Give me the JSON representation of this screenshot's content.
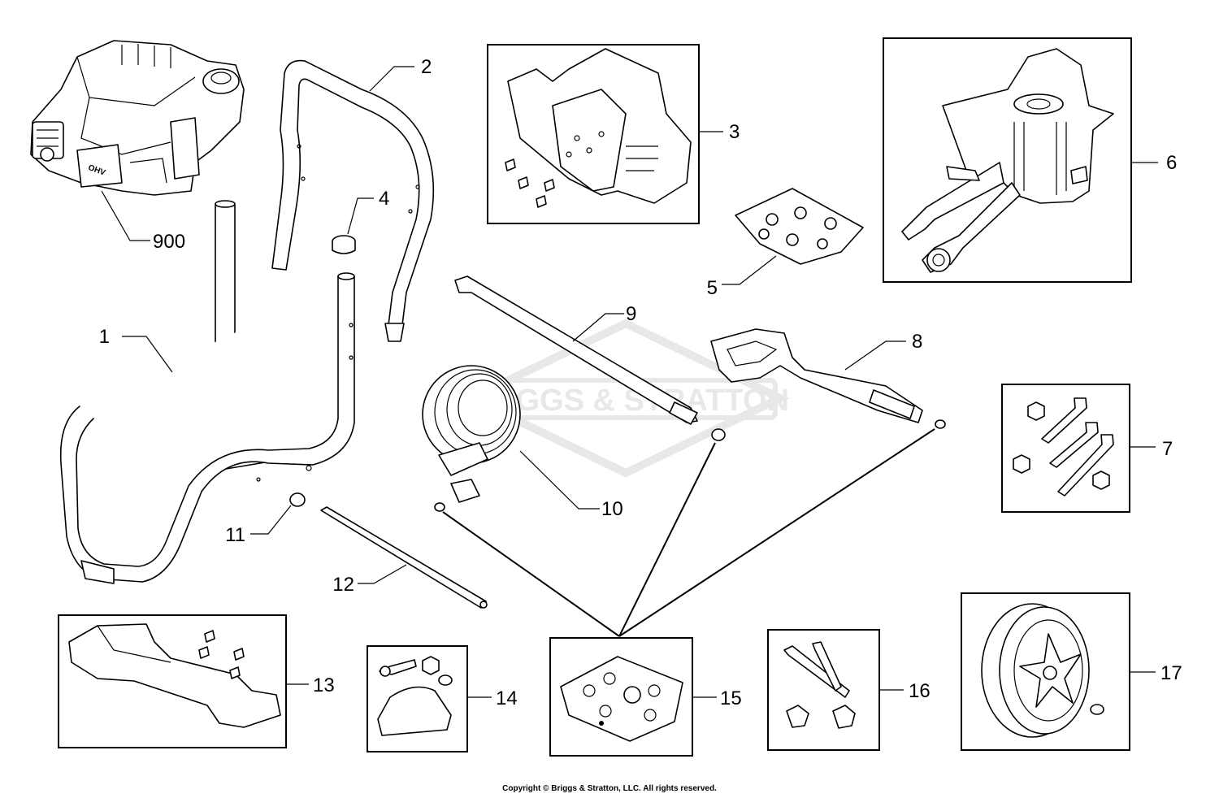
{
  "watermark": {
    "brand_text": "BRIGGS & STRATTON",
    "color": "#e6e6e6"
  },
  "callouts": {
    "c900": "900",
    "c1": "1",
    "c2": "2",
    "c3": "3",
    "c4": "4",
    "c5": "5",
    "c6": "6",
    "c7": "7",
    "c8": "8",
    "c9": "9",
    "c10": "10",
    "c11": "11",
    "c12": "12",
    "c13": "13",
    "c14": "14",
    "c15": "15",
    "c16": "16",
    "c17": "17"
  },
  "engine_label": "OHV",
  "copyright": "Copyright © Briggs & Stratton, LLC. All rights reserved."
}
